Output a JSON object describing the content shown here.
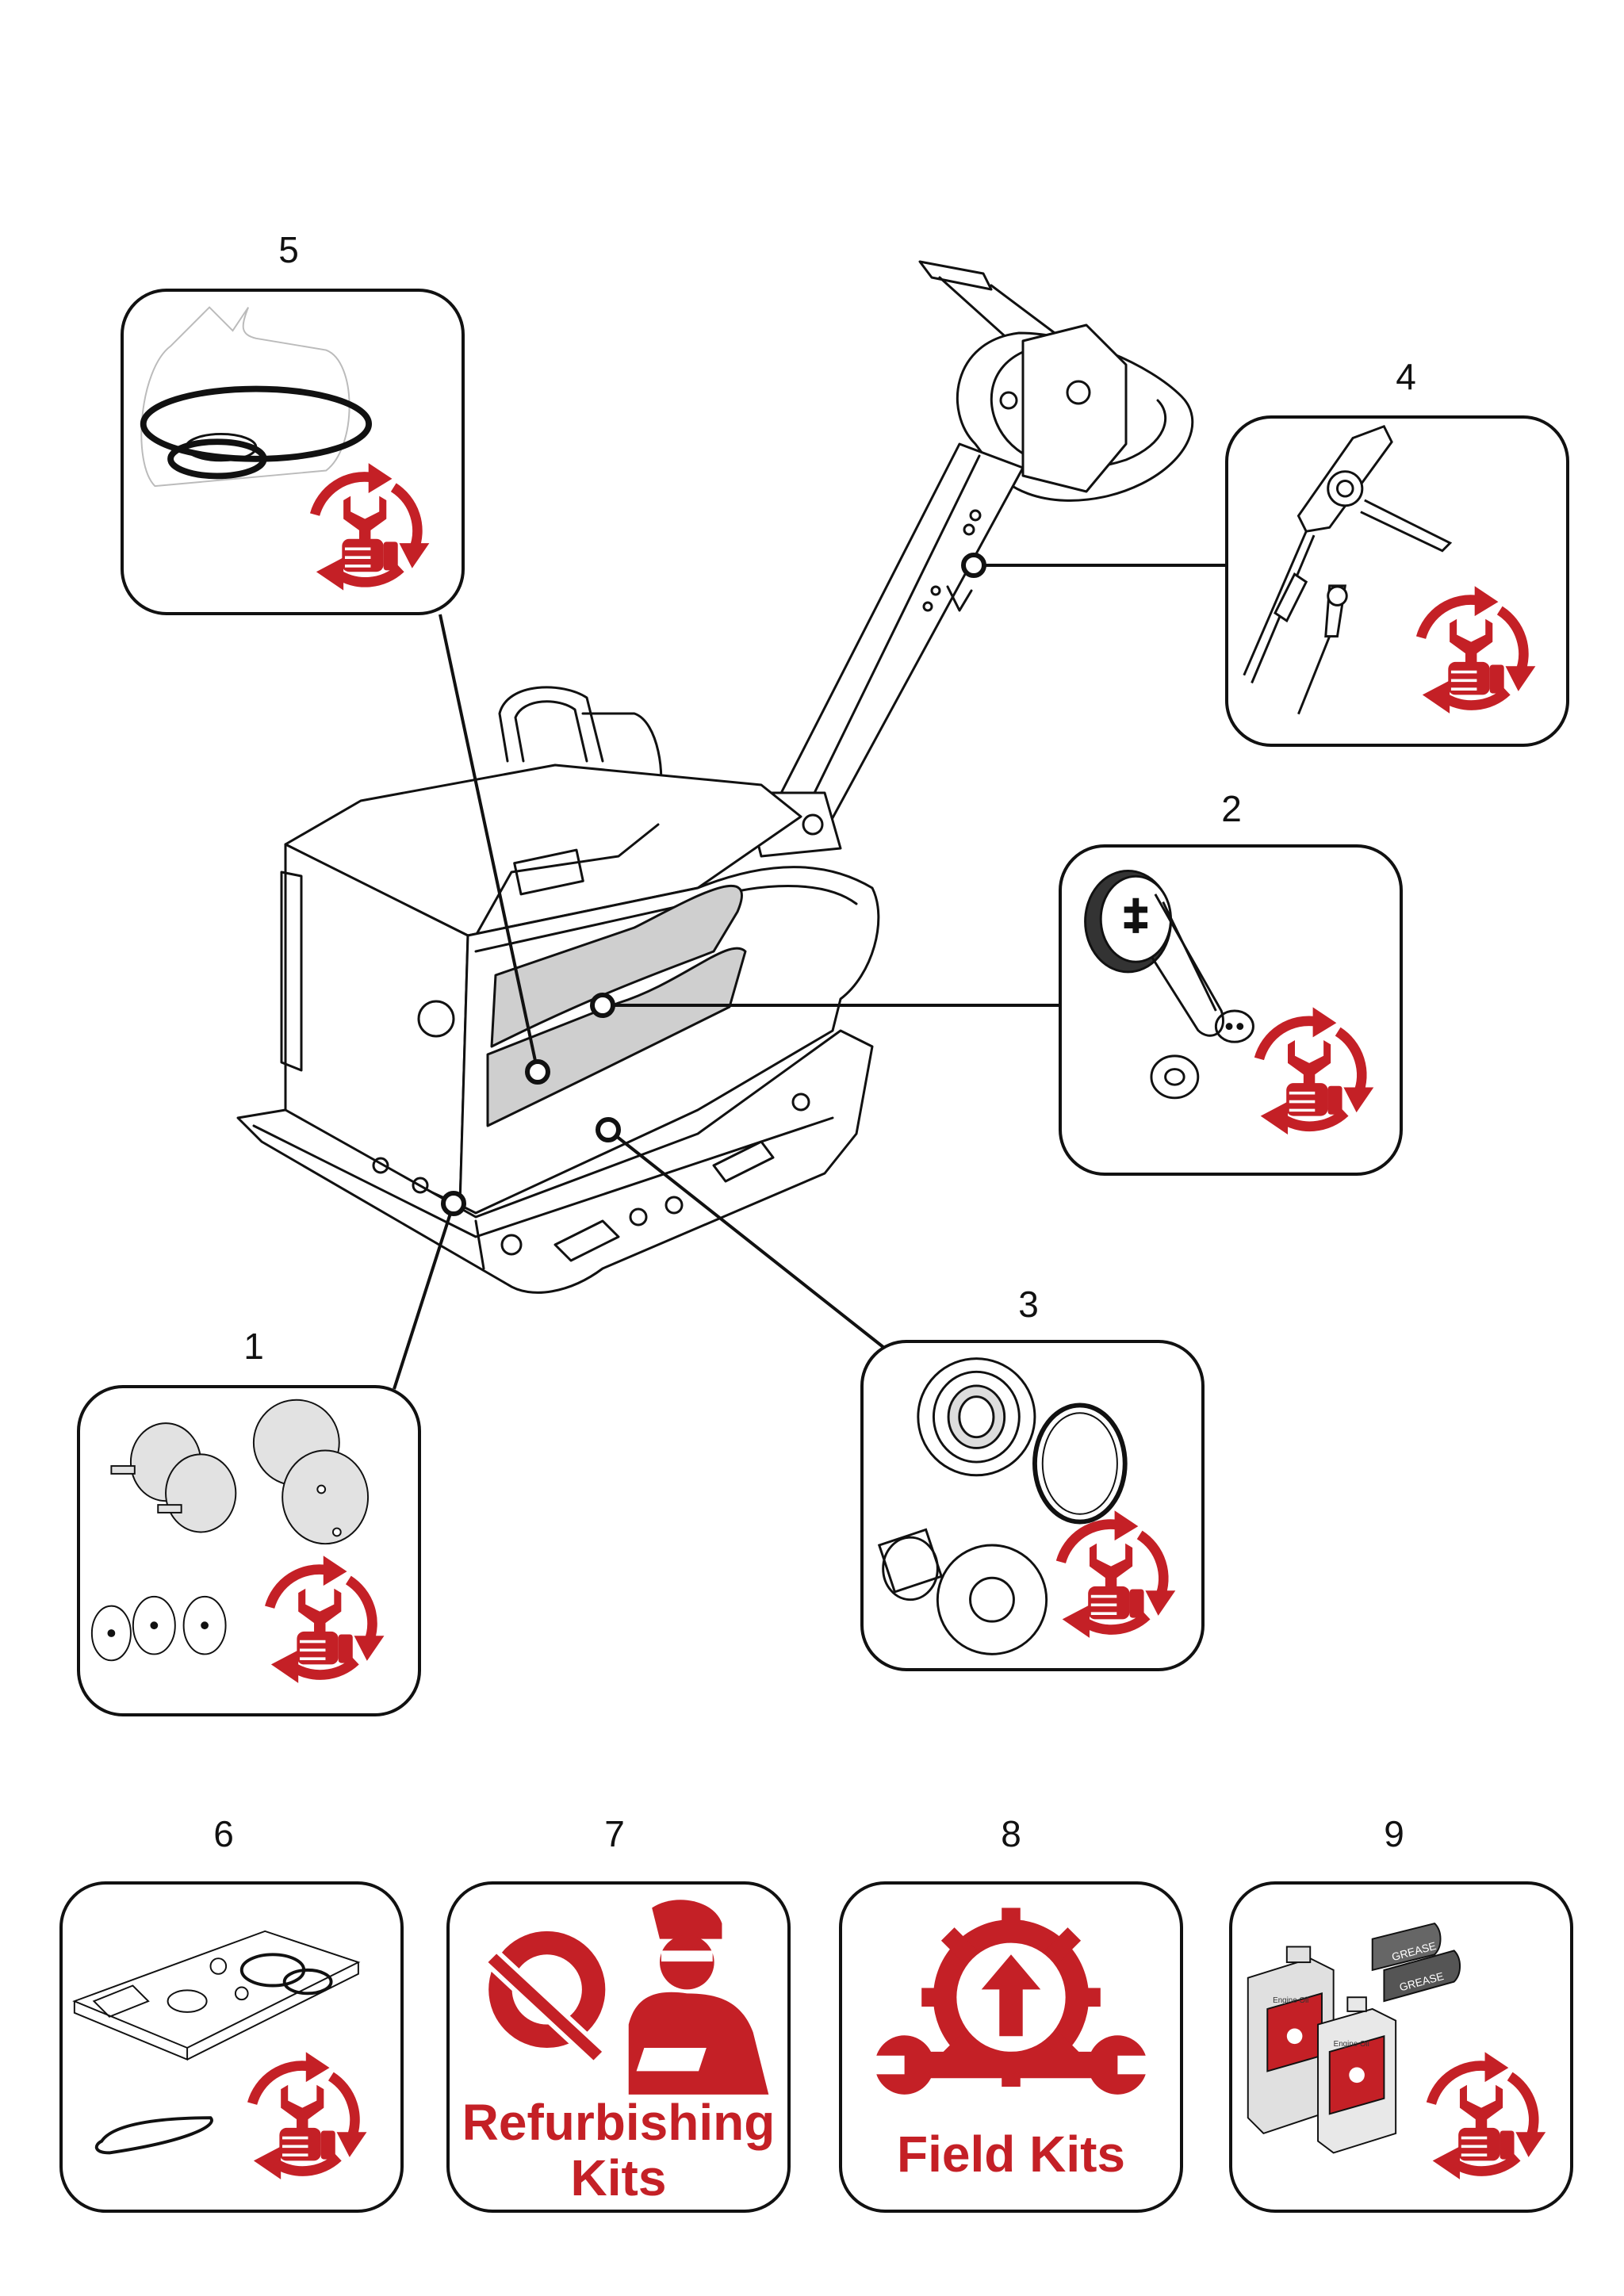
{
  "callouts": [
    {
      "number": "1",
      "part": "rubber-buffers-kit"
    },
    {
      "number": "2",
      "part": "v-belt-pulley-kit"
    },
    {
      "number": "3",
      "part": "bearing-kit"
    },
    {
      "number": "4",
      "part": "throttle-cable-kit"
    },
    {
      "number": "5",
      "part": "seal-kit"
    },
    {
      "number": "6",
      "part": "service-kit"
    },
    {
      "number": "7",
      "part": "refurbishing-kits"
    },
    {
      "number": "8",
      "part": "field-kits"
    },
    {
      "number": "9",
      "part": "lubricants"
    }
  ],
  "promo": {
    "refurbishing_line1": "Refurbishing",
    "refurbishing_line2": "Kits",
    "field_kits": "Field Kits"
  },
  "grease_label": "GREASE",
  "oil_label": "Engine Oil",
  "colors": {
    "accent": "#c42026",
    "line": "#111111",
    "part_grey": "#d8d8d8"
  },
  "icons": [
    "kit-recycle-icon",
    "mechanic-icon",
    "gear-arrow-icon",
    "wrench-icon"
  ]
}
